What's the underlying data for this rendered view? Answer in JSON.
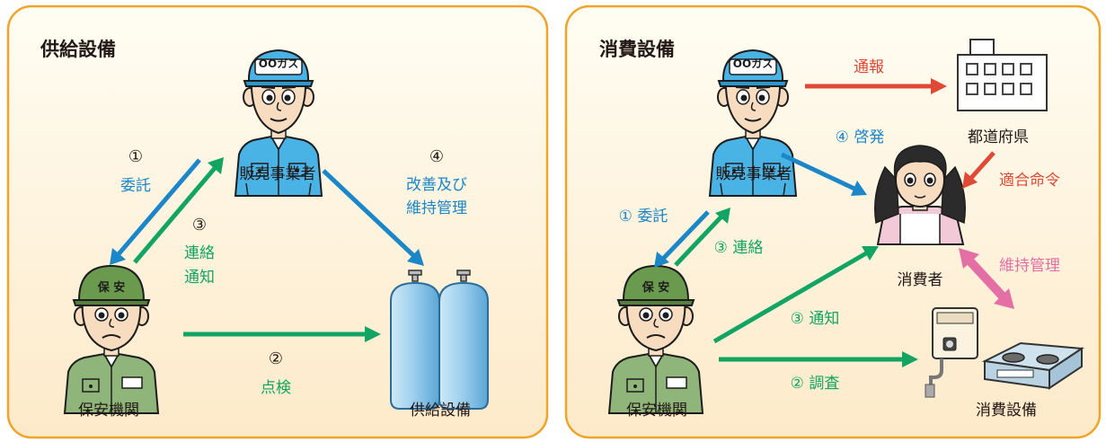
{
  "panels": [
    {
      "title": "供給設備",
      "actors": {
        "dealer": "販売事業者",
        "safety_org": "保安機関",
        "equipment": "供給設備"
      },
      "cap_text": "OOガス",
      "helmet_text": "保 安",
      "steps": {
        "s1_num": "①",
        "s1_text": "委託",
        "s3_num": "③",
        "s3_line1": "連絡",
        "s3_line2": "通知",
        "s4_num": "④",
        "s4_line1": "改善及び",
        "s4_line2": "維持管理",
        "s2_num": "②",
        "s2_text": "点検"
      }
    },
    {
      "title": "消費設備",
      "actors": {
        "dealer": "販売事業者",
        "prefecture": "都道府県",
        "consumer": "消費者",
        "safety_org": "保安機関",
        "equipment": "消費設備"
      },
      "cap_text": "OOガス",
      "helmet_text": "保 安",
      "steps": {
        "report": "通報",
        "s4": "④ 啓発",
        "order": "適合命令",
        "s1": "① 委託",
        "s3a": "③ 連絡",
        "maintenance": "維持管理",
        "s3b": "③ 通知",
        "s2": "② 調査"
      }
    }
  ],
  "colors": {
    "panel_border": "#f0a42a",
    "panel_fill_top": "#fffdf3",
    "panel_fill_bottom": "#fdeac9",
    "blue": "#1b86c8",
    "green": "#12a463",
    "red": "#e04935",
    "pink": "#e46fa4",
    "text": "#231815"
  }
}
